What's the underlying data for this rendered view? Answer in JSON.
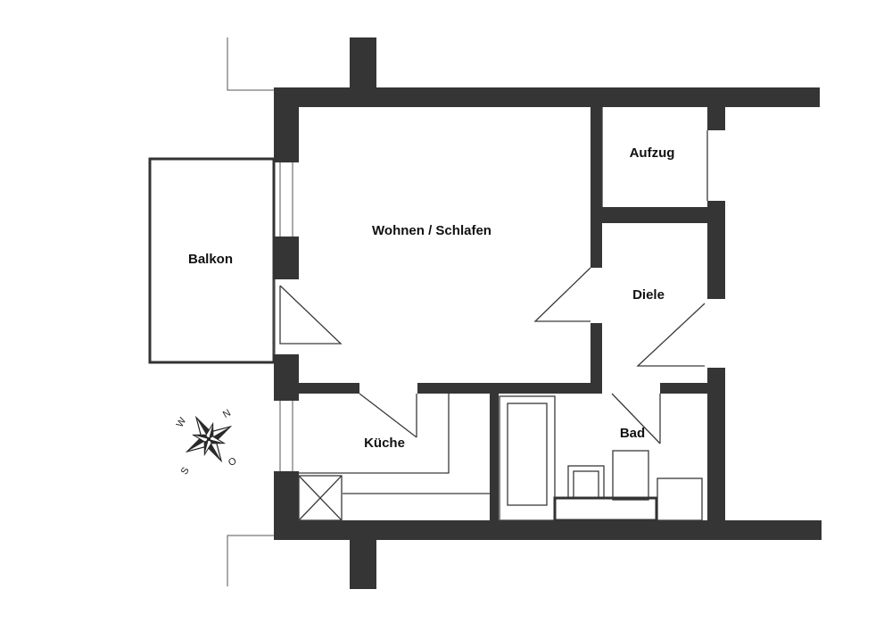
{
  "rooms": {
    "wohnen": "Wohnen / Schlafen",
    "aufzug": "Aufzug",
    "diele": "Diele",
    "balkon": "Balkon",
    "kueche": "Küche",
    "bad": "Bad"
  },
  "compass": {
    "north": "N",
    "south": "S",
    "east": "O",
    "west": "W"
  }
}
